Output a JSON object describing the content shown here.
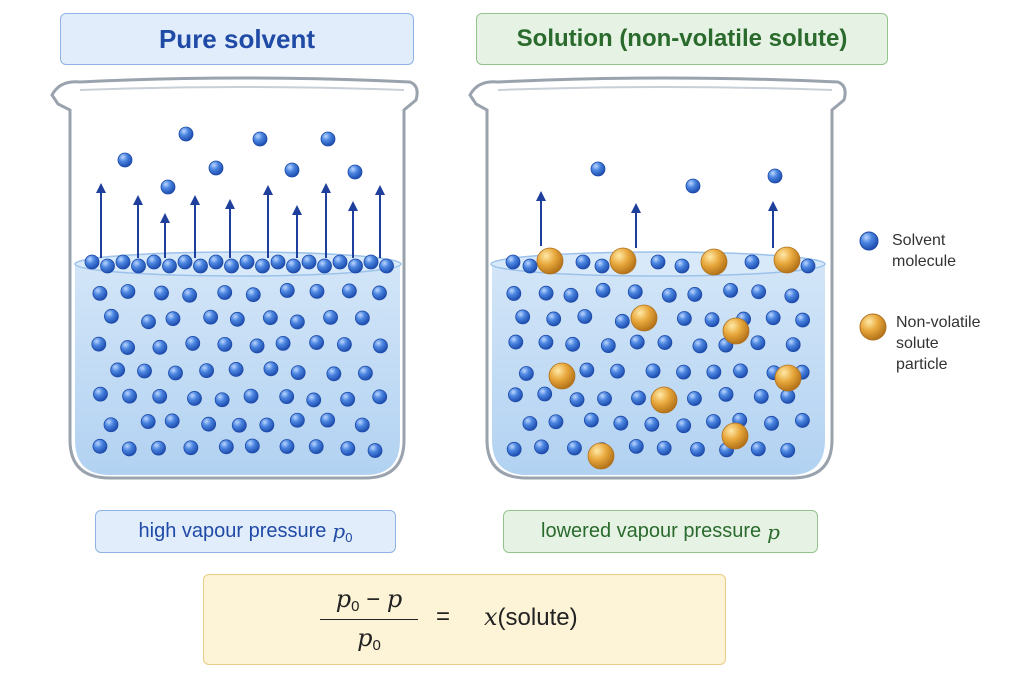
{
  "titles": {
    "left": "Pure solvent",
    "right": "Solution (non-volatile solute)"
  },
  "captions": {
    "left": {
      "text": "high vapour pressure",
      "symbol": "p",
      "subscript": "0"
    },
    "right": {
      "text": "lowered vapour pressure",
      "symbol": "p"
    }
  },
  "formula": {
    "numerator_a": "p",
    "numerator_a_sub": "0",
    "operator": "−",
    "numerator_b": "p",
    "denominator": "p",
    "denominator_sub": "0",
    "equals": "=",
    "rhs_symbol": "x",
    "rhs_arg": "(solute)"
  },
  "legend": [
    {
      "line1": "Solvent",
      "line2": "molecule",
      "line3": ""
    },
    {
      "line1": "Non-volatile",
      "line2": "solute",
      "line3": "particle"
    }
  ],
  "colors": {
    "solvent": "#3f78d8",
    "solute": "#e3a33a",
    "arrow": "#1f3f9c",
    "liquid": "#bcd8f3",
    "glass": "#9aa3ad"
  },
  "icons": {
    "solvent": "blue-sphere",
    "solute": "gold-sphere",
    "escape": "up-arrow"
  }
}
